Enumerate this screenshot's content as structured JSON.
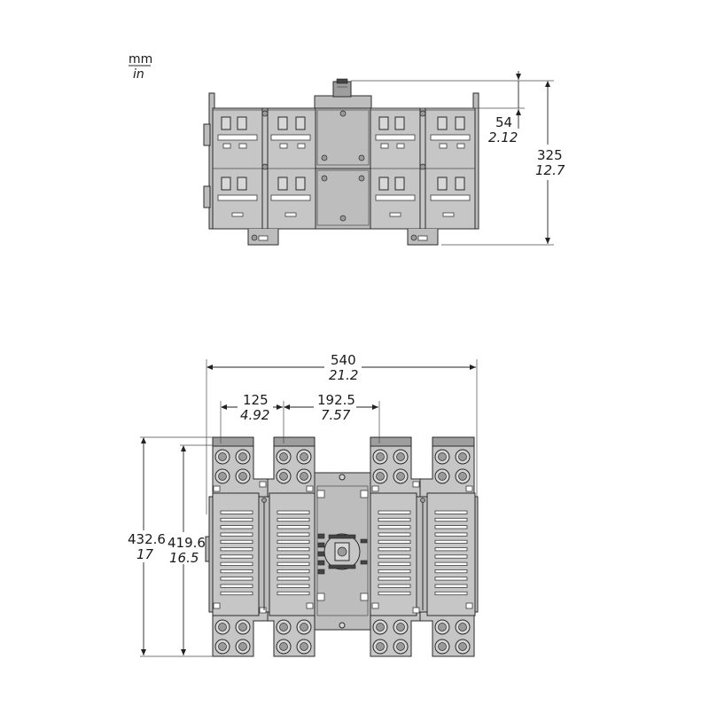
{
  "units": {
    "metric": "mm",
    "imperial": "in"
  },
  "dimensions": {
    "top_view": {
      "handle_height": {
        "mm": "54",
        "in": "2.12"
      },
      "total_height": {
        "mm": "325",
        "in": "12.7"
      }
    },
    "front_view": {
      "total_width": {
        "mm": "540",
        "in": "21.2"
      },
      "pole_pitch": {
        "mm": "125",
        "in": "4.92"
      },
      "center_pitch": {
        "mm": "192.5",
        "in": "7.57"
      },
      "overall_height": {
        "mm": "432.6",
        "in": "17"
      },
      "body_height": {
        "mm": "419.6",
        "in": "16.5"
      }
    }
  }
}
